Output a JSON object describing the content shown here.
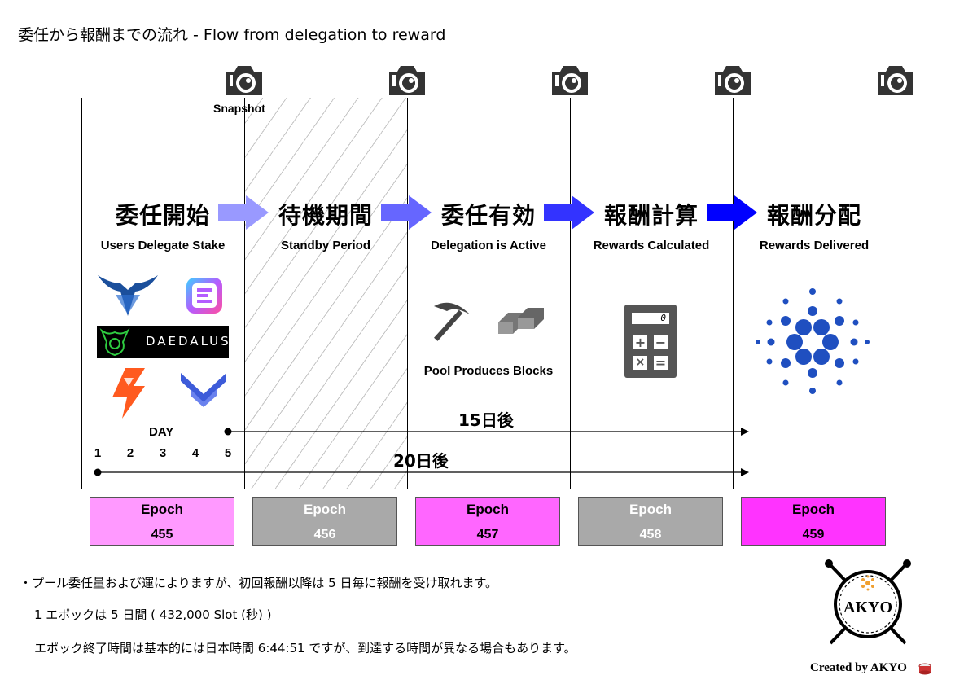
{
  "title": "委任から報酬までの流れ - Flow from delegation to reward",
  "snapshot_label": "Snapshot",
  "stages": [
    {
      "jp": "委任開始",
      "en": "Users Delegate Stake"
    },
    {
      "jp": "待機期間",
      "en": "Standby Period"
    },
    {
      "jp": "委任有効",
      "en": "Delegation is Active"
    },
    {
      "jp": "報酬計算",
      "en": "Rewards Calculated"
    },
    {
      "jp": "報酬分配",
      "en": "Rewards Delivered"
    }
  ],
  "wallet_logo_text": "DAEDALUS",
  "pool_label": "Pool Produces Blocks",
  "day_label": "DAY",
  "days": [
    "1",
    "2",
    "3",
    "4",
    "5"
  ],
  "timelines": {
    "short": "15日後",
    "long": "20日後"
  },
  "calculator_display": "0",
  "epochs": [
    {
      "label": "Epoch",
      "number": "455",
      "color": "#ff99ff",
      "text_color": "#000000"
    },
    {
      "label": "Epoch",
      "number": "456",
      "color": "#a9a9a9",
      "text_color": "#ffffff"
    },
    {
      "label": "Epoch",
      "number": "457",
      "color": "#ff66ff",
      "text_color": "#000000"
    },
    {
      "label": "Epoch",
      "number": "458",
      "color": "#a9a9a9",
      "text_color": "#ffffff"
    },
    {
      "label": "Epoch",
      "number": "459",
      "color": "#ff33ff",
      "text_color": "#000000"
    }
  ],
  "arrow_colors": [
    "#9999ff",
    "#6666ff",
    "#3333ff",
    "#0000ff"
  ],
  "notes": [
    "・プール委任量および運によりますが、初回報酬以降は 5 日毎に報酬を受け取れます。",
    "1 エポックは 5 日間 ( 432,000 Slot (秒) )",
    "エポック終了時間は基本的には日本時間 6:44:51 ですが、到達する時間が異なる場合もあります。"
  ],
  "logo_text": "AKYO",
  "credit": "Created by AKYO"
}
